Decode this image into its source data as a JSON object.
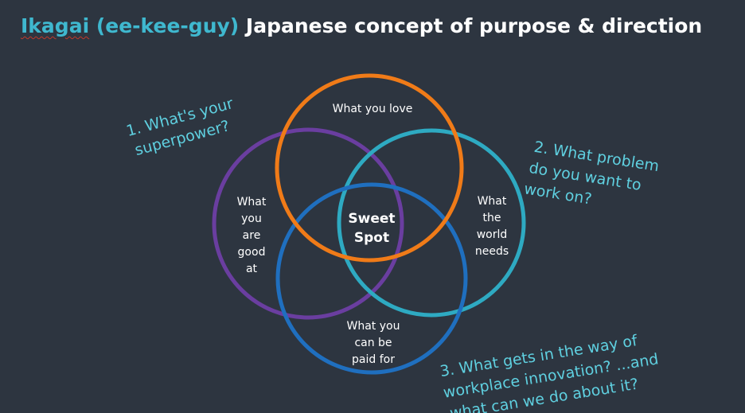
{
  "title": {
    "accent_word": "Ikagai",
    "accent_rest": " (ee-kee-guy)",
    "rest": " Japanese concept of purpose & direction"
  },
  "circles": {
    "love": {
      "label": "What you love",
      "color": "#f07b18"
    },
    "world": {
      "label": [
        "What",
        "the",
        "world",
        "needs"
      ],
      "color": "#2eaac2"
    },
    "good": {
      "label": [
        "What",
        "you",
        "are",
        "good",
        "at"
      ],
      "color": "#6a3ea0"
    },
    "paid": {
      "label": [
        "What you",
        "can be",
        "paid for"
      ],
      "color": "#1f6fbf"
    }
  },
  "center": {
    "line1": "Sweet",
    "line2": "Spot"
  },
  "questions": {
    "q1": [
      "1. What's your",
      "superpower?"
    ],
    "q2": [
      "2. What problem",
      "do you want to",
      "work on?"
    ],
    "q3": [
      "3. What gets in the way of",
      "workplace innovation? ...and",
      "what can we do about it?"
    ]
  },
  "colors": {
    "background": "#2d3540",
    "accent": "#3fb8cf",
    "question_text": "#5fd0e0"
  }
}
